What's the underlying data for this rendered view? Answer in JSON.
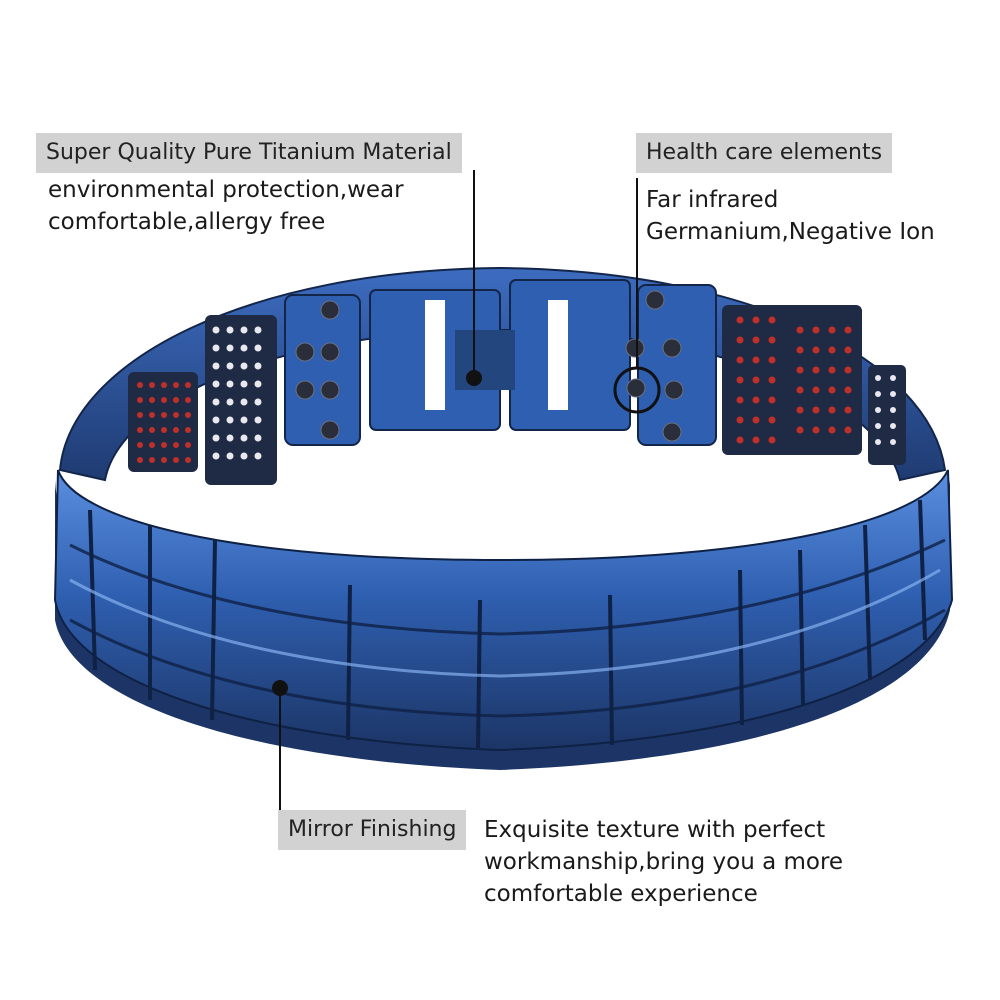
{
  "callouts": {
    "titanium": {
      "title": "Super Quality Pure Titanium Material",
      "lines": [
        "environmental protection,wear",
        "comfortable,allergy free"
      ]
    },
    "health": {
      "title": "Health care elements",
      "lines": [
        "Far infrared",
        "Germanium,Negative Ion"
      ]
    },
    "mirror": {
      "title": "Mirror Finishing",
      "lines": [
        "Exquisite texture with perfect",
        "workmanship,bring you a more",
        "comfortable experience"
      ]
    }
  },
  "colors": {
    "bracelet_blue": "#2f5fb0",
    "bracelet_dark": "#1c3566",
    "tag_background": "#d2d2d2",
    "germanium_bead": "#2a2e3a",
    "infrared_dot": "#c0302a",
    "ion_dot": "#e8e8ee"
  }
}
